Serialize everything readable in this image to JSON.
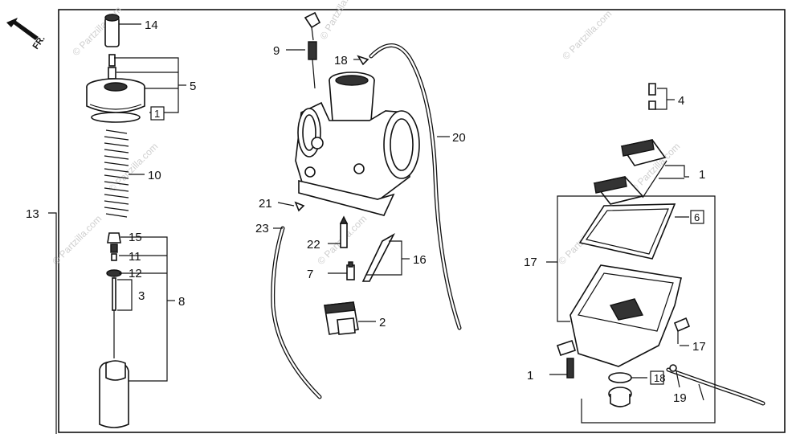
{
  "diagram": {
    "front_indicator": "FR.",
    "watermark": "© Partzilla.com",
    "callouts": [
      "14",
      "5",
      "1",
      "10",
      "13",
      "15",
      "11",
      "12",
      "3",
      "8",
      "9",
      "18",
      "20",
      "21",
      "23",
      "22",
      "7",
      "16",
      "2",
      "4",
      "1",
      "6",
      "17",
      "17",
      "1",
      "18",
      "19"
    ]
  }
}
